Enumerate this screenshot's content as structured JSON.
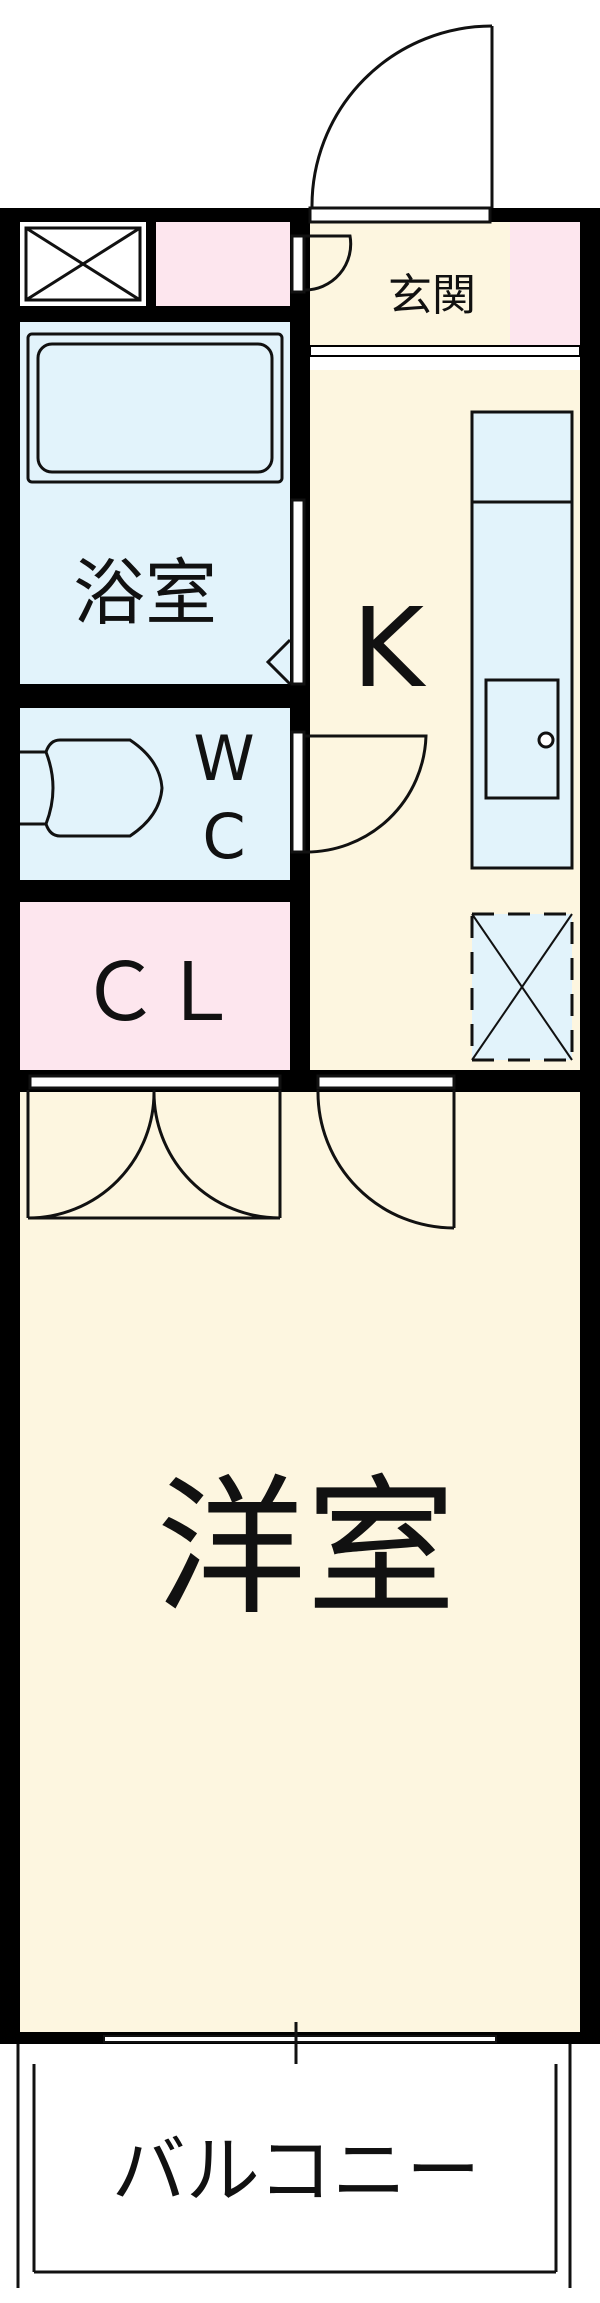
{
  "rooms": {
    "genkan": "玄関",
    "bath": "浴室",
    "kitchen": "K",
    "wc_w": "W",
    "wc_c": "C",
    "closet": "ＣＬ",
    "western_room": "洋室",
    "balcony": "バルコニー"
  },
  "colors": {
    "wall": "#000000",
    "bath_blue": "#e2f3fb",
    "room_cream": "#fdf6e0",
    "closet_pink": "#fde6ee",
    "outline": "#111111"
  }
}
